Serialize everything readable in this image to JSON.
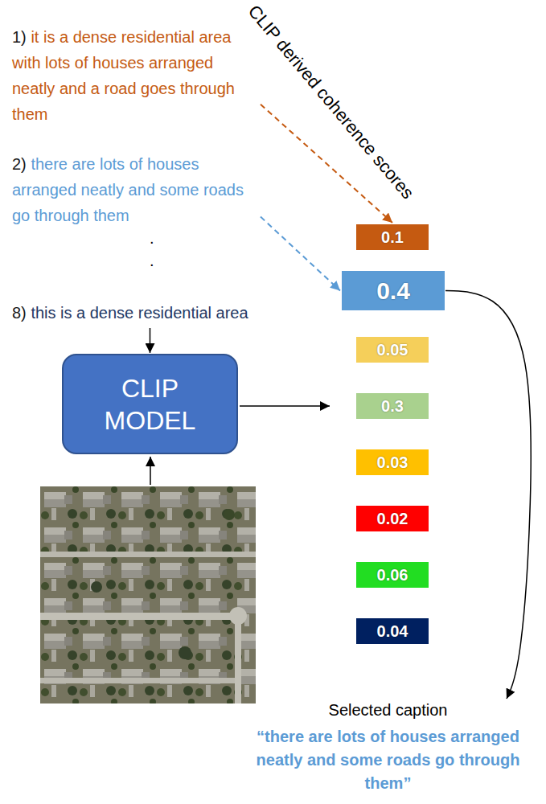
{
  "diagram": {
    "nodes": [
      {
        "text": [
          "1)",
          "it is a dense residential area with lots of houses arranged neatly and a road goes through them"
        ]
      },
      {
        "text": [
          "2)",
          "there are lots of houses arranged neatly and some roads go through them"
        ]
      },
      {
        "text": [
          "8)",
          "this is a dense residential area"
        ]
      },
      {
        "text": [
          "CLIP MODEL"
        ]
      },
      {
        "text": [
          "0.1"
        ]
      },
      {
        "text": [
          "0.4"
        ]
      },
      {
        "text": [
          "0.05"
        ]
      },
      {
        "text": [
          "0.3"
        ]
      },
      {
        "text": [
          "0.03"
        ]
      },
      {
        "text": [
          "0.02"
        ]
      },
      {
        "text": [
          "0.06"
        ]
      },
      {
        "text": [
          "0.04"
        ]
      },
      {
        "text": [
          "Selected caption",
          "“there are lots of houses arranged neatly and some roads go through them”"
        ]
      }
    ],
    "edges": [
      {
        "from": 0,
        "to": 4,
        "arrow": "to"
      },
      {
        "from": 1,
        "to": 5,
        "arrow": "to"
      },
      {
        "from": 2,
        "to": 3,
        "arrow": "to"
      },
      {
        "from": 5,
        "to": 12,
        "arrow": "to"
      }
    ],
    "labels": [
      "CLIP derived coherence scores",
      ".",
      "."
    ]
  }
}
